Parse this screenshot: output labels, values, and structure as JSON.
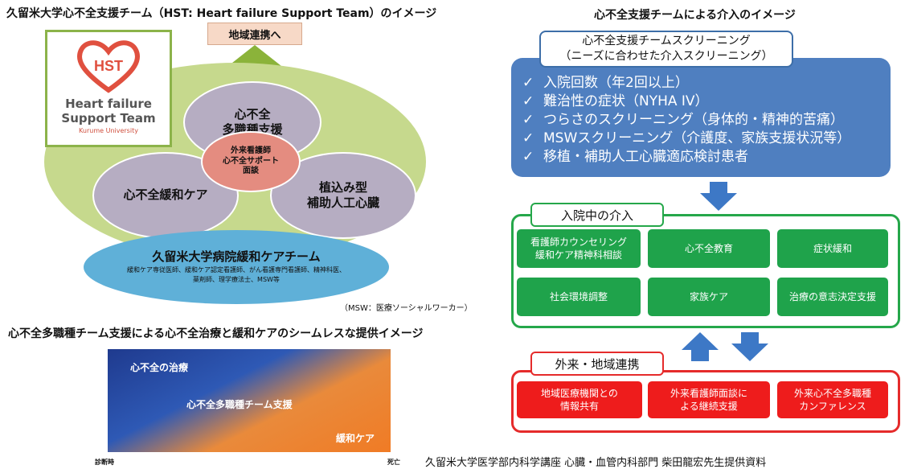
{
  "left": {
    "title": "久留米大学心不全支援チーム（HST: Heart failure Support Team）のイメージ",
    "arrow_label": "地域連携へ",
    "logo": {
      "mark": "HST",
      "line1": "Heart failure",
      "line2": "Support Team",
      "sub": "Kurume University"
    },
    "circle_top": "心不全\n多職種支援",
    "circle_left": "心不全緩和ケア",
    "circle_right": "植込み型\n補助人工心臓",
    "center_red": "外来看護師\n心不全サポート\n面談",
    "team_title": "久留米大学病院緩和ケアチーム",
    "team_members": "緩和ケア専従医師、緩和ケア認定看護師、がん看護専門看護師、精神科医、\n薬剤師、理学療法士、MSW等",
    "msw_note": "（MSW：医療ソーシャルワーカー）"
  },
  "bottom_left": {
    "title": "心不全多職種チーム支援による心不全治療と緩和ケアのシームレスな提供イメージ",
    "label_top": "心不全の治療",
    "label_mid": "心不全多職種チーム支援",
    "label_bottom": "緩和ケア",
    "axis_start": "診断時",
    "axis_end": "死亡"
  },
  "right": {
    "title": "心不全支援チームによる介入のイメージ",
    "screening_label": "心不全支援チームスクリーニング\n（ニーズに合わせた介入スクリーニング）",
    "check_mark": "✓",
    "screening_items": [
      "入院回数（年2回以上）",
      "難治性の症状（NYHA IV）",
      "つらさのスクリーニング（身体的・精神的苦痛）",
      "MSWスクリーニング（介護度、家族支援状況等）",
      "移植・補助人工心臓適応検討患者"
    ],
    "inpatient_label": "入院中の介入",
    "inpatient_cells": [
      "看護師カウンセリング\n緩和ケア精神科相談",
      "心不全教育",
      "症状緩和",
      "社会環境調整",
      "家族ケア",
      "治療の意志決定支援"
    ],
    "outpatient_label": "外来・地域連携",
    "outpatient_cells": [
      "地域医療機関との\n情報共有",
      "外来看護師面談に\nよる継続支援",
      "外来心不全多職種\nカンファレンス"
    ]
  },
  "source": "久留米大学医学部内科学講座 心臓・血管内科部門 柴田龍宏先生提供資料",
  "colors": {
    "screening_blue": "#4f7fc0",
    "inpatient_green": "#1fa34b",
    "outpatient_red": "#ee1c1c",
    "arrow_green": "#8bb33a",
    "arrow_blue": "#3d78c6"
  }
}
